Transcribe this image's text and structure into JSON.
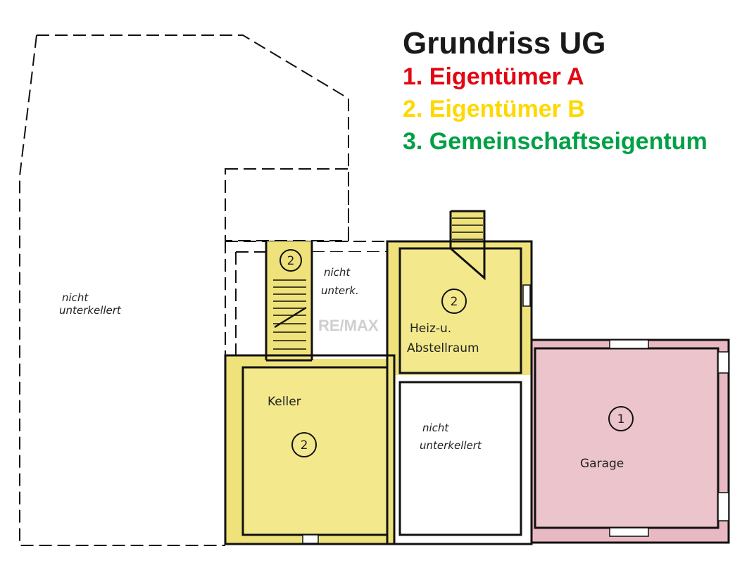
{
  "legend": {
    "title": "Grundriss UG",
    "items": [
      {
        "label": "1. Eigentümer A",
        "color": "#e30613"
      },
      {
        "label": "2. Eigentümer B",
        "color": "#ffd800"
      },
      {
        "label": "3. Gemeinschaftseigentum",
        "color": "#00a046"
      }
    ]
  },
  "rooms": {
    "left_area": [
      "nicht",
      "unterkellert"
    ],
    "small_area": [
      "nicht",
      "unterk."
    ],
    "stair_owner": "2",
    "heiz": {
      "owner": "2",
      "lines": [
        "Heiz-u.",
        "Abstellraum"
      ]
    },
    "keller": {
      "owner": "2",
      "label": "Keller"
    },
    "middle_area": [
      "nicht",
      "unterkellert"
    ],
    "garage": {
      "owner": "1",
      "label": "Garage"
    }
  },
  "watermark": "RE/MAX",
  "colors": {
    "yellow_fill": "#efe27a",
    "pink_fill": "#e8b9c2"
  }
}
